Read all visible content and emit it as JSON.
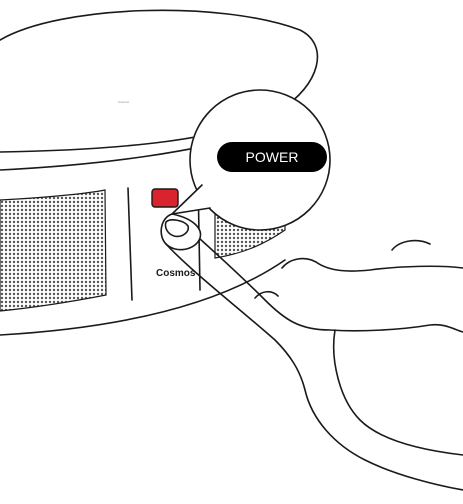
{
  "device": {
    "top_label": "Cosmos",
    "brand_label": "Cosmos"
  },
  "callout": {
    "label": "POWER",
    "bg_color": "#000000",
    "text_color": "#ffffff"
  },
  "button": {
    "name": "power-button",
    "color": "#d9232d"
  },
  "colors": {
    "line": "#1a1a1a",
    "speaker_dots": "#555555"
  }
}
